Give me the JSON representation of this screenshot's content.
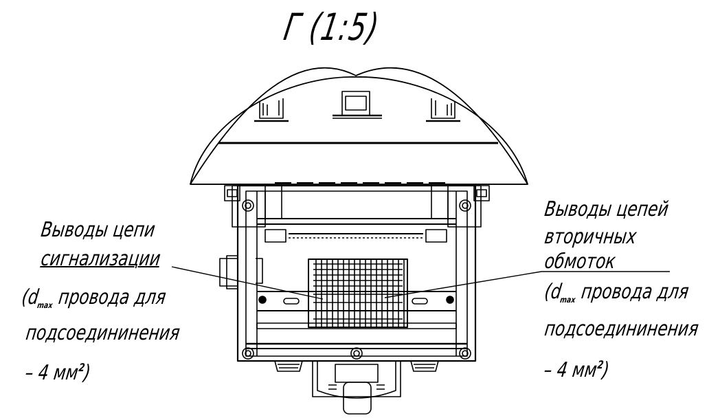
{
  "title": "Г (1:5)",
  "left_callout": {
    "line1": "Выводы цепи",
    "line2": "сигнализации",
    "line3_pre": "(d",
    "line3_sub": "max",
    "line3_post": " провода для",
    "line4": "подсоедининения",
    "line5_pre": "– 4 мм",
    "line5_sup": "2",
    "line5_post": ")"
  },
  "right_callout": {
    "line1": "Выводы цепей",
    "line2": "вторичных",
    "line3": "обмоток",
    "line4_pre": "(d",
    "line4_sub": "max",
    "line4_post": " провода для",
    "line5": "подсоедининения",
    "line6_pre": "– 4 мм",
    "line6_sup": "2",
    "line6_post": ")"
  }
}
